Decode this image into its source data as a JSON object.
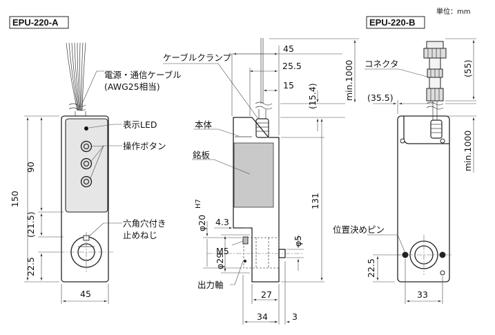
{
  "unit_label": "単位：mm",
  "models": {
    "a": "EPU-220-A",
    "b": "EPU-220-B"
  },
  "labels": {
    "power_cable": "電源・通信ケーブル",
    "awg": "(AWG25相当)",
    "led": "表示LED",
    "buttons": "操作ボタン",
    "hex_hole_1": "六角穴付き",
    "hex_hole_2": "止めねじ",
    "cable_clamp": "ケーブルクランプ",
    "body": "本体",
    "nameplate": "銘板",
    "output_shaft": "出力軸",
    "connector": "コネクタ",
    "locating_pin": "位置決めピン",
    "m5": "M5"
  },
  "dims": {
    "d150": "150",
    "d90": "90",
    "d21_5": "(21.5)",
    "d22_5_a": "22.5",
    "d45_a": "45",
    "d45_top": "45",
    "d25_5": "25.5",
    "d15": "15",
    "d15_4": "(15.4)",
    "min1000_side": "min.1000",
    "d131": "131",
    "phi20": "φ20",
    "h7": "H7",
    "d4_3": "4.3",
    "phi29": "φ29",
    "phi5": "φ5",
    "d27": "27",
    "d34": "34",
    "d3": "3",
    "d55": "(55)",
    "d35_5": "(35.5)",
    "min1000_b": "min.1000",
    "d22_5_b": "22.5",
    "d33": "33"
  }
}
